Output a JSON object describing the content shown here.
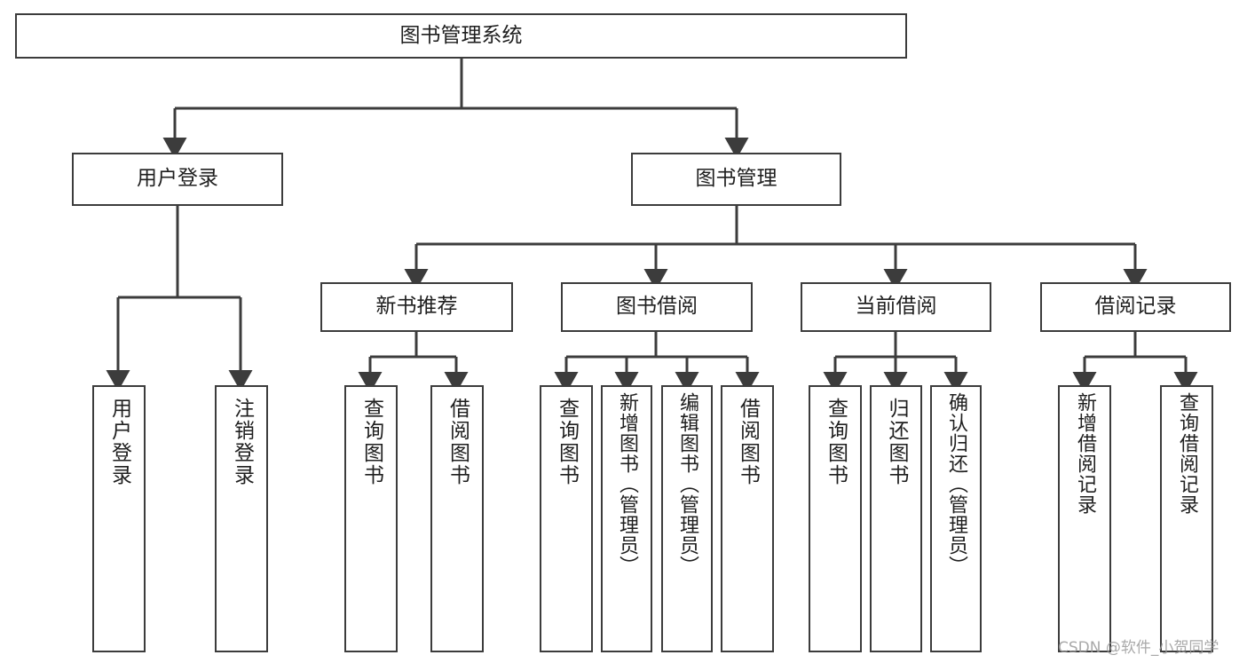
{
  "diagram": {
    "title": "图书管理系统",
    "type": "tree",
    "edge_color": "#3c3c3c",
    "box_border_color": "#3c3c3c",
    "box_fill_color": "#ffffff",
    "text_color": "#1f1f1f",
    "nodes": {
      "root": {
        "label": "图书管理系统"
      },
      "level1": [
        {
          "label": "用户登录"
        },
        {
          "label": "图书管理"
        }
      ],
      "level2": [
        {
          "label": "新书推荐"
        },
        {
          "label": "图书借阅"
        },
        {
          "label": "当前借阅"
        },
        {
          "label": "借阅记录"
        }
      ],
      "leaves": {
        "user_login": [
          {
            "label": "用户登录"
          },
          {
            "label": "注销登录"
          }
        ],
        "new_book_recommend": [
          {
            "label": "查询图书"
          },
          {
            "label": "借阅图书"
          }
        ],
        "book_borrow": [
          {
            "label": "查询图书"
          },
          {
            "label": "新增图书（管理员）"
          },
          {
            "label": "编辑图书（管理员）"
          },
          {
            "label": "借阅图书"
          }
        ],
        "current_borrow": [
          {
            "label": "查询图书"
          },
          {
            "label": "归还图书"
          },
          {
            "label": "确认归还（管理员）"
          }
        ],
        "borrow_record": [
          {
            "label": "新增借阅记录"
          },
          {
            "label": "查询借阅记录"
          }
        ]
      }
    }
  },
  "watermark": {
    "text": "CSDN @软件_小贺同学"
  }
}
